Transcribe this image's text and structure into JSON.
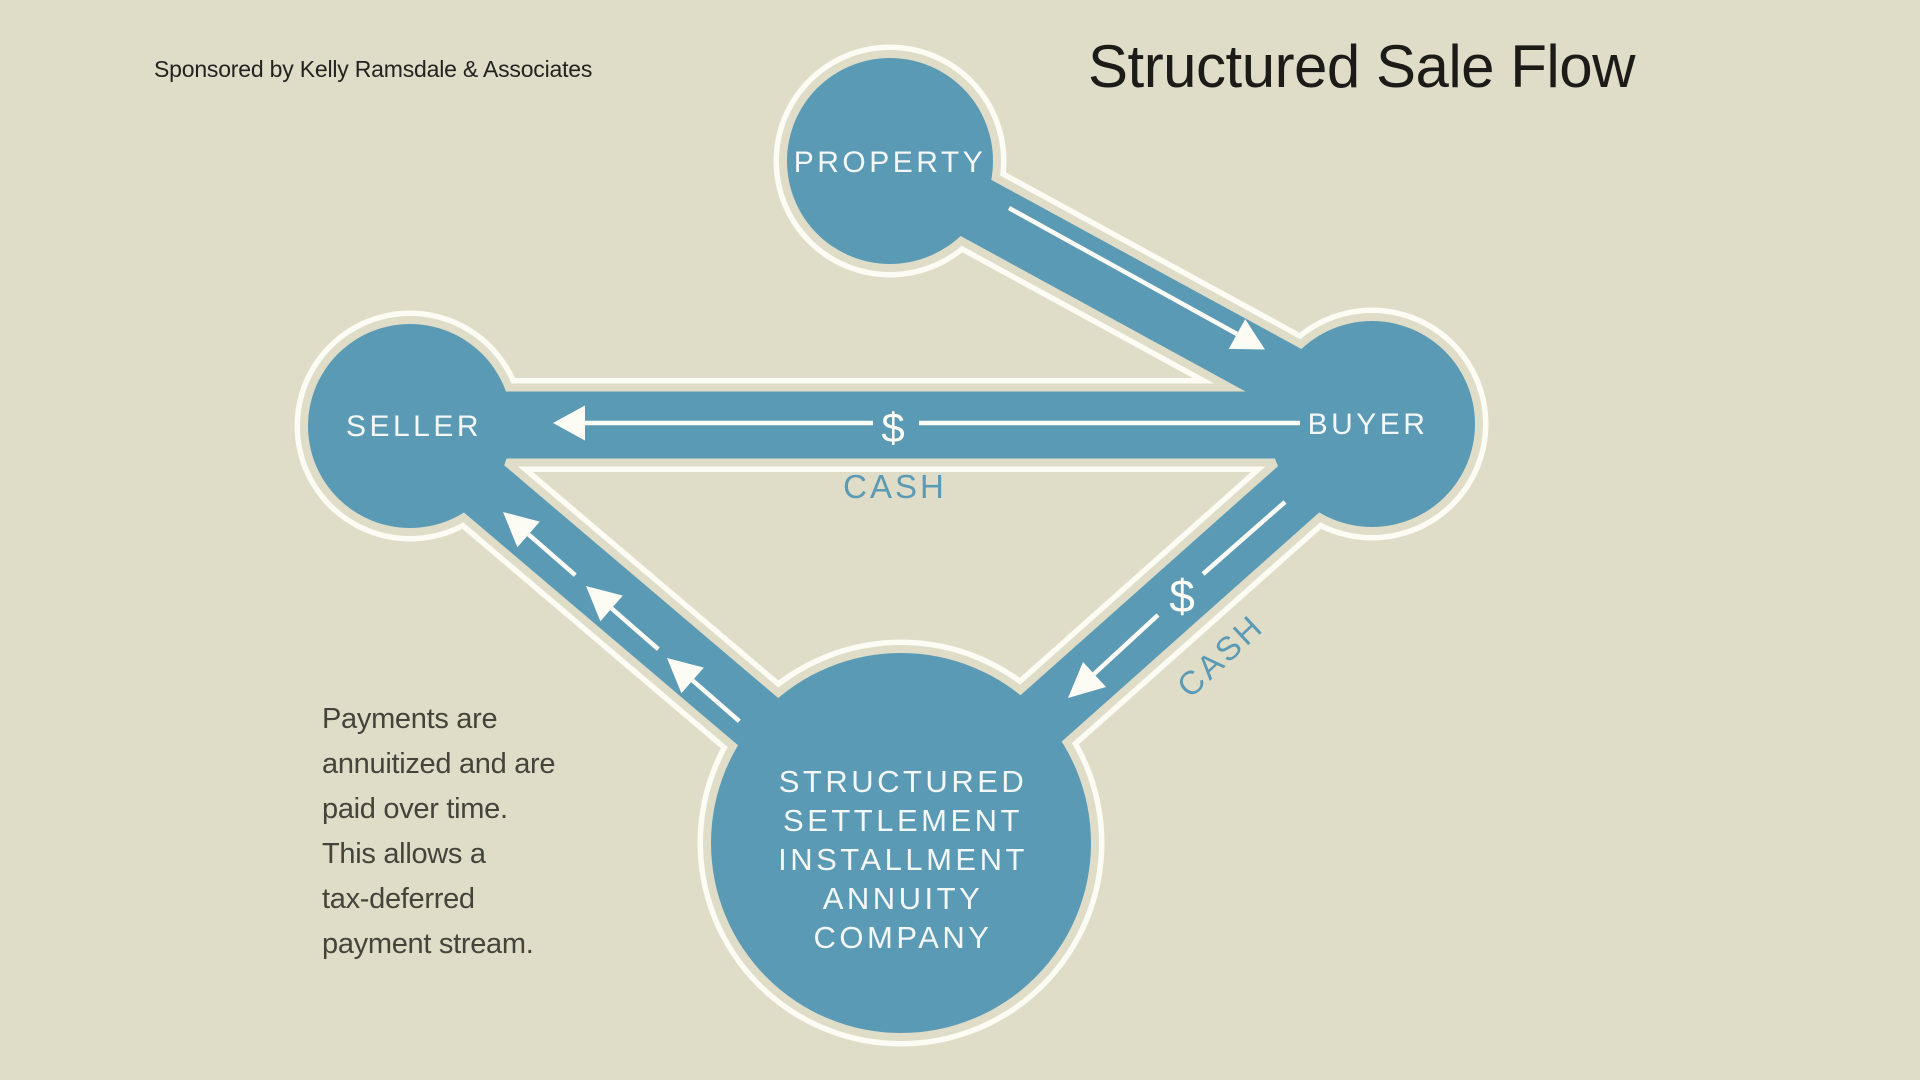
{
  "header": {
    "sponsor_text": "Sponsored by Kelly Ramsdale & Associates",
    "title": "Structured Sale Flow"
  },
  "diagram": {
    "nodes": {
      "property": {
        "label": "PROPERTY"
      },
      "seller": {
        "label": "SELLER"
      },
      "buyer": {
        "label": "BUYER"
      },
      "company": {
        "lines": [
          "STRUCTURED",
          "SETTLEMENT",
          "INSTALLMENT",
          "ANNUITY",
          "COMPANY"
        ]
      }
    },
    "flows": {
      "property_to_buyer": {
        "from": "PROPERTY",
        "to": "BUYER"
      },
      "buyer_to_seller": {
        "from": "BUYER",
        "to": "SELLER",
        "symbol": "$",
        "label": "CASH"
      },
      "buyer_to_company": {
        "from": "BUYER",
        "to": "COMPANY",
        "symbol": "$",
        "label": "CASH"
      },
      "company_to_seller": {
        "from": "COMPANY",
        "to": "SELLER"
      }
    }
  },
  "note": {
    "text": "Payments are\nannuitized and are\npaid over time.\nThis allows a\ntax-deferred\npayment stream."
  },
  "colors": {
    "background": "#dfddc8",
    "node_fill": "#5b9ab5",
    "outline_white": "#fcfbf4",
    "title_text": "#1c1b18",
    "sponsor_text": "#232220",
    "note_text": "#45433a",
    "cash_label_text": "#5b9ab5",
    "node_label_text": "#f3f7f6"
  }
}
